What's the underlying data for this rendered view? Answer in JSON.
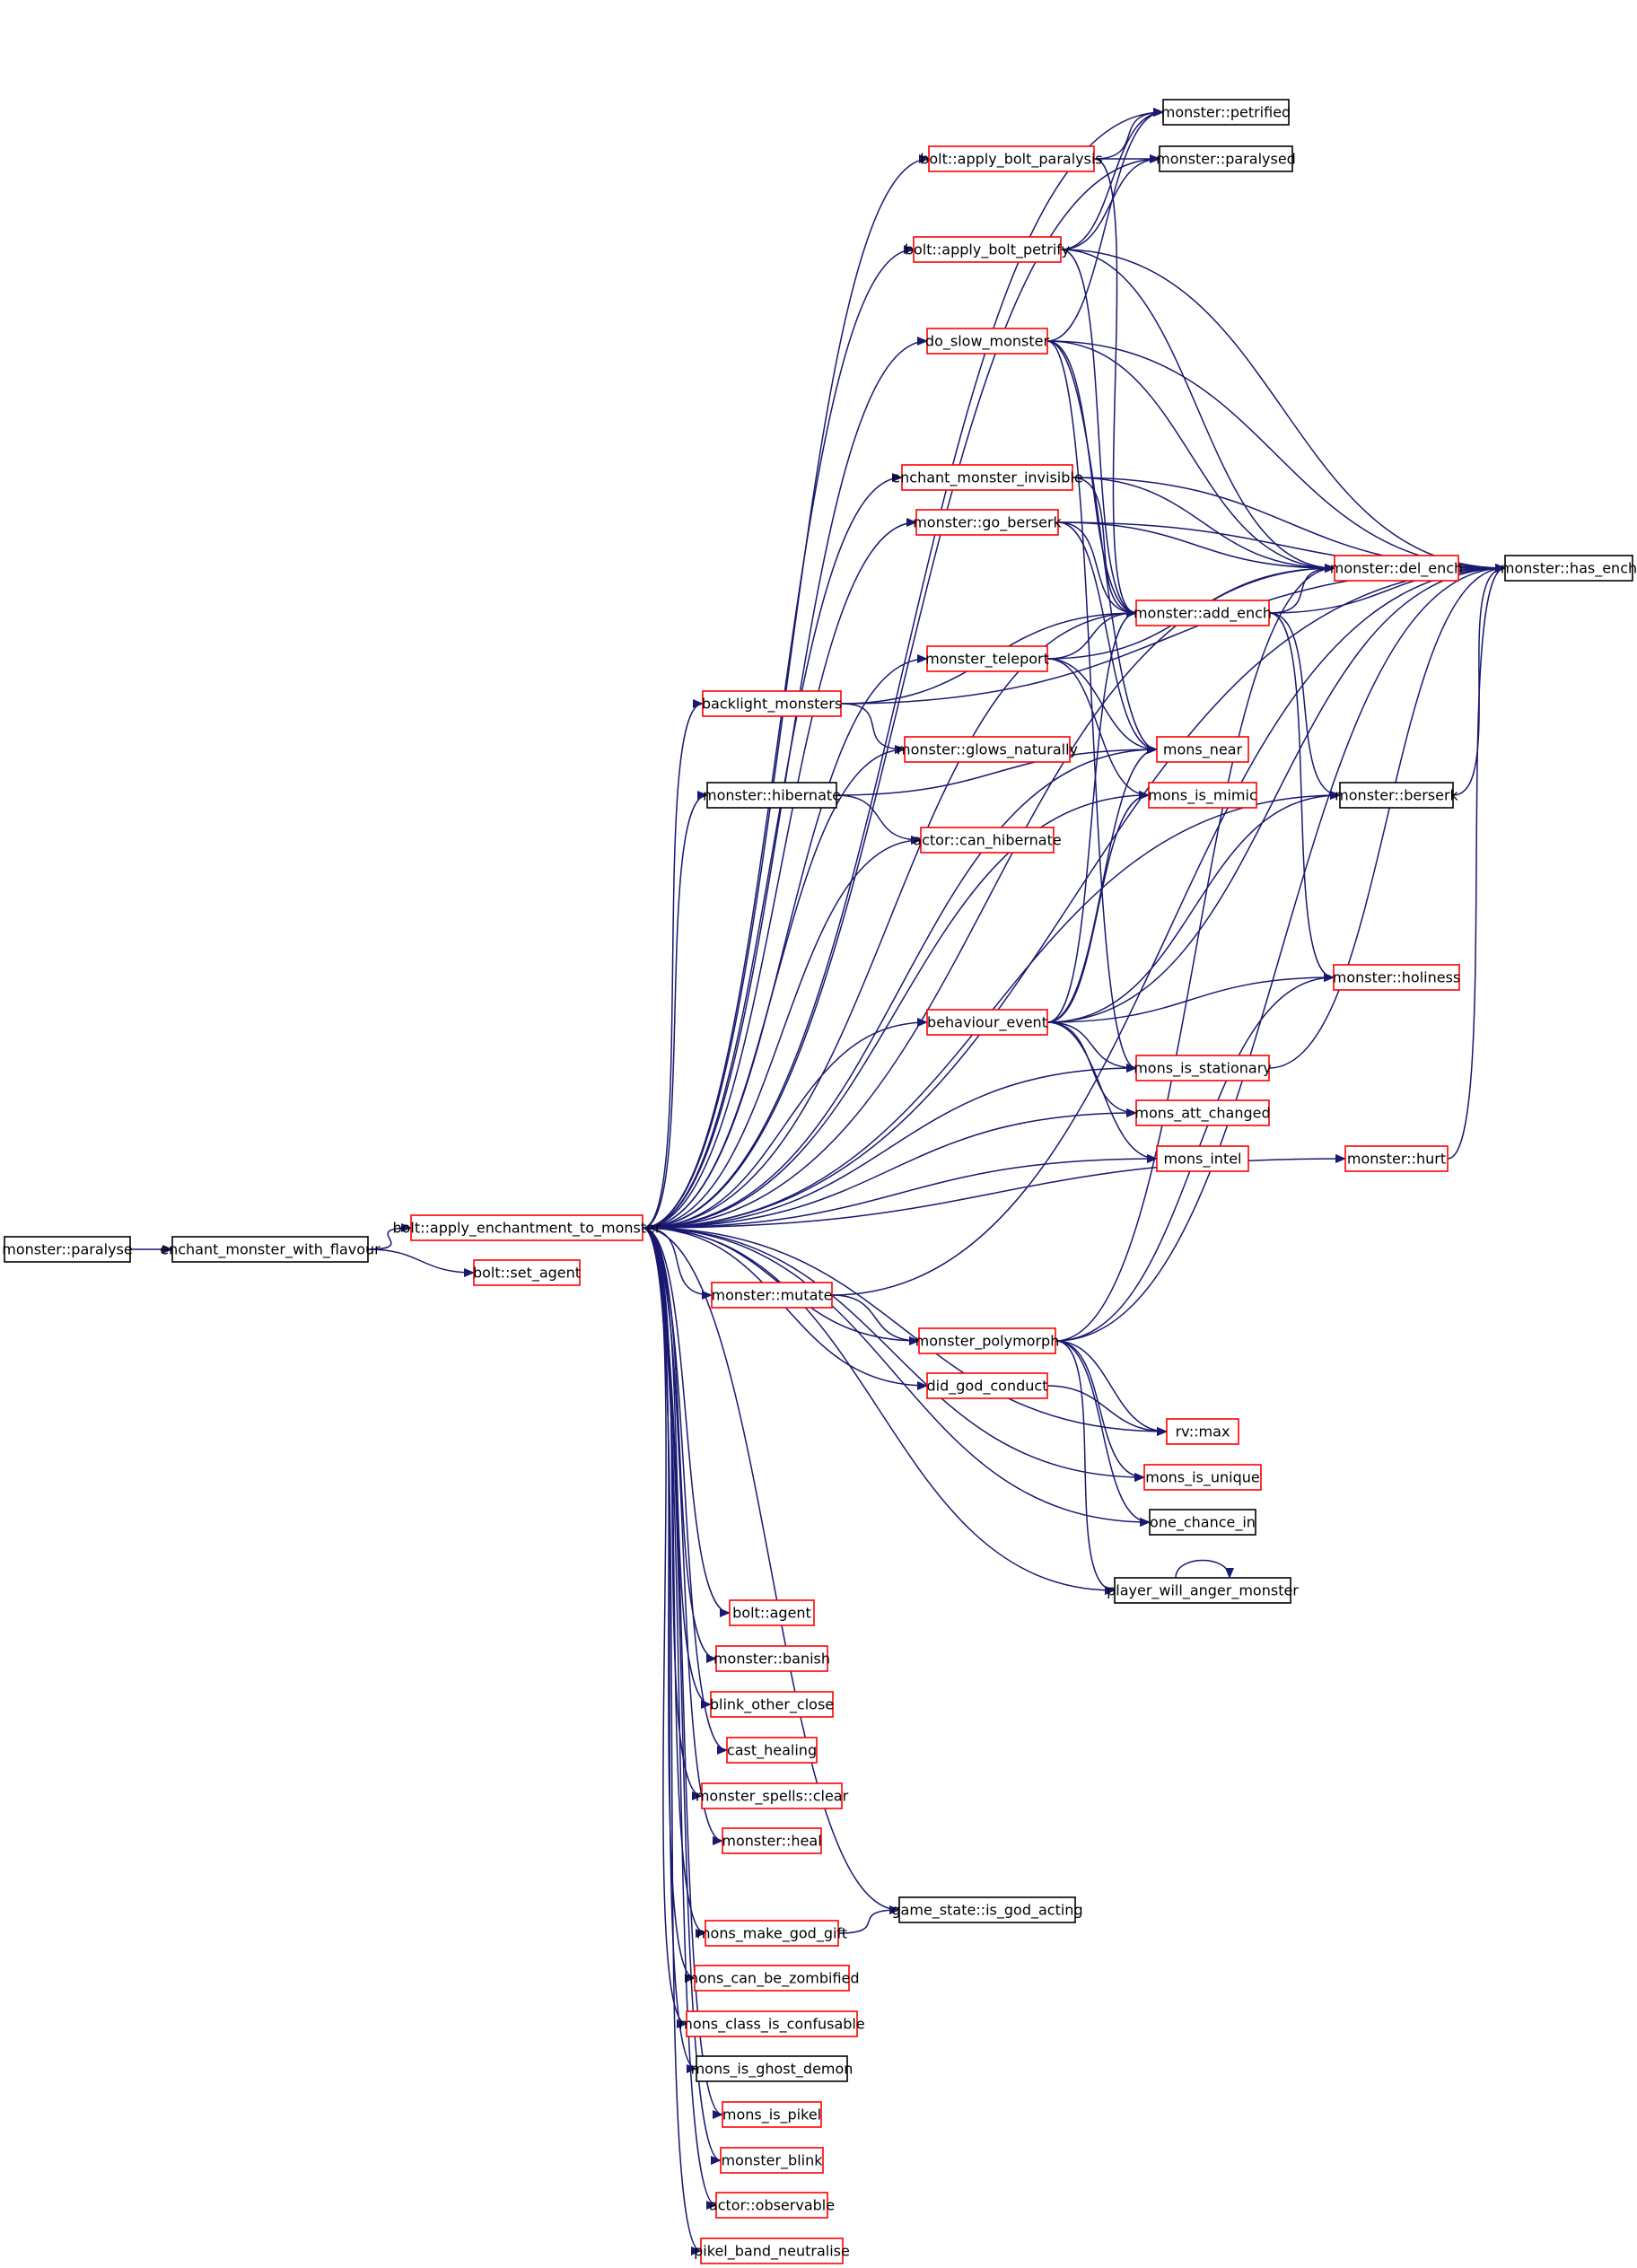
{
  "diagram": {
    "type": "call-graph",
    "colors": {
      "edge": "#191970",
      "root_fill": "#bfbfbf",
      "plain_border": "#000000",
      "truncated_border": "#ff0000",
      "background": "#ffffff"
    },
    "nodes": [
      {
        "id": "paralyse",
        "label": "monster::paralyse",
        "style": "root"
      },
      {
        "id": "emwf",
        "label": "enchant_monster_with_flavour",
        "style": "plain"
      },
      {
        "id": "baetm",
        "label": "bolt::apply_enchantment_to_monster",
        "style": "truncated"
      },
      {
        "id": "bsa",
        "label": "bolt::set_agent",
        "style": "truncated"
      },
      {
        "id": "petrified",
        "label": "monster::petrified",
        "style": "plain"
      },
      {
        "id": "babpara",
        "label": "bolt::apply_bolt_paralysis",
        "style": "truncated"
      },
      {
        "id": "paralysed",
        "label": "monster::paralysed",
        "style": "plain"
      },
      {
        "id": "babpet",
        "label": "bolt::apply_bolt_petrify",
        "style": "truncated"
      },
      {
        "id": "dsm",
        "label": "do_slow_monster",
        "style": "truncated"
      },
      {
        "id": "emi",
        "label": "enchant_monster_invisible",
        "style": "truncated"
      },
      {
        "id": "gob",
        "label": "monster::go_berserk",
        "style": "truncated"
      },
      {
        "id": "delench",
        "label": "monster::del_ench",
        "style": "truncated"
      },
      {
        "id": "hasench",
        "label": "monster::has_ench",
        "style": "plain"
      },
      {
        "id": "addench",
        "label": "monster::add_ench",
        "style": "truncated"
      },
      {
        "id": "mtel",
        "label": "monster_teleport",
        "style": "truncated"
      },
      {
        "id": "blm",
        "label": "backlight_monsters",
        "style": "truncated"
      },
      {
        "id": "glow",
        "label": "monster::glows_naturally",
        "style": "truncated"
      },
      {
        "id": "near",
        "label": "mons_near",
        "style": "truncated"
      },
      {
        "id": "hib",
        "label": "monster::hibernate",
        "style": "plain"
      },
      {
        "id": "mimic",
        "label": "mons_is_mimic",
        "style": "truncated"
      },
      {
        "id": "berserk",
        "label": "monster::berserk",
        "style": "plain"
      },
      {
        "id": "canhib",
        "label": "actor::can_hibernate",
        "style": "truncated"
      },
      {
        "id": "holi",
        "label": "monster::holiness",
        "style": "truncated"
      },
      {
        "id": "bev",
        "label": "behaviour_event",
        "style": "truncated"
      },
      {
        "id": "stat",
        "label": "mons_is_stationary",
        "style": "truncated"
      },
      {
        "id": "attch",
        "label": "mons_att_changed",
        "style": "truncated"
      },
      {
        "id": "intel",
        "label": "mons_intel",
        "style": "truncated"
      },
      {
        "id": "hurt",
        "label": "monster::hurt",
        "style": "truncated"
      },
      {
        "id": "mutate",
        "label": "monster::mutate",
        "style": "truncated"
      },
      {
        "id": "poly",
        "label": "monster_polymorph",
        "style": "truncated"
      },
      {
        "id": "dgc",
        "label": "did_god_conduct",
        "style": "truncated"
      },
      {
        "id": "rvmax",
        "label": "rv::max",
        "style": "truncated"
      },
      {
        "id": "uniq",
        "label": "mons_is_unique",
        "style": "truncated"
      },
      {
        "id": "oci",
        "label": "one_chance_in",
        "style": "plain"
      },
      {
        "id": "pwam",
        "label": "player_will_anger_monster",
        "style": "plain"
      },
      {
        "id": "bagent",
        "label": "bolt::agent",
        "style": "truncated"
      },
      {
        "id": "banish",
        "label": "monster::banish",
        "style": "truncated"
      },
      {
        "id": "boc",
        "label": "blink_other_close",
        "style": "truncated"
      },
      {
        "id": "heal",
        "label": "cast_healing",
        "style": "truncated"
      },
      {
        "id": "msc",
        "label": "monster_spells::clear",
        "style": "truncated"
      },
      {
        "id": "mheal",
        "label": "monster::heal",
        "style": "truncated"
      },
      {
        "id": "gsiga",
        "label": "game_state::is_god_acting",
        "style": "plain"
      },
      {
        "id": "mmgg",
        "label": "mons_make_god_gift",
        "style": "truncated"
      },
      {
        "id": "mcbz",
        "label": "mons_can_be_zombified",
        "style": "truncated"
      },
      {
        "id": "mcic",
        "label": "mons_class_is_confusable",
        "style": "truncated"
      },
      {
        "id": "migd",
        "label": "mons_is_ghost_demon",
        "style": "plain"
      },
      {
        "id": "mip",
        "label": "mons_is_pikel",
        "style": "truncated"
      },
      {
        "id": "mblink",
        "label": "monster_blink",
        "style": "truncated"
      },
      {
        "id": "obs",
        "label": "actor::observable",
        "style": "truncated"
      },
      {
        "id": "pbn",
        "label": "pikel_band_neutralise",
        "style": "truncated"
      }
    ],
    "edges": [
      [
        "paralyse",
        "emwf"
      ],
      [
        "emwf",
        "baetm"
      ],
      [
        "emwf",
        "bsa"
      ],
      [
        "baetm",
        "petrified"
      ],
      [
        "baetm",
        "babpara"
      ],
      [
        "baetm",
        "paralysed"
      ],
      [
        "baetm",
        "babpet"
      ],
      [
        "baetm",
        "dsm"
      ],
      [
        "baetm",
        "emi"
      ],
      [
        "baetm",
        "gob"
      ],
      [
        "baetm",
        "delench"
      ],
      [
        "baetm",
        "hasench"
      ],
      [
        "baetm",
        "addench"
      ],
      [
        "baetm",
        "mtel"
      ],
      [
        "baetm",
        "blm"
      ],
      [
        "baetm",
        "glow"
      ],
      [
        "baetm",
        "near"
      ],
      [
        "baetm",
        "hib"
      ],
      [
        "baetm",
        "mimic"
      ],
      [
        "baetm",
        "canhib"
      ],
      [
        "baetm",
        "berserk"
      ],
      [
        "baetm",
        "bev"
      ],
      [
        "baetm",
        "stat"
      ],
      [
        "baetm",
        "attch"
      ],
      [
        "baetm",
        "intel"
      ],
      [
        "baetm",
        "hurt"
      ],
      [
        "baetm",
        "mutate"
      ],
      [
        "baetm",
        "poly"
      ],
      [
        "baetm",
        "dgc"
      ],
      [
        "baetm",
        "rvmax"
      ],
      [
        "baetm",
        "uniq"
      ],
      [
        "baetm",
        "oci"
      ],
      [
        "baetm",
        "pwam"
      ],
      [
        "baetm",
        "bagent"
      ],
      [
        "baetm",
        "banish"
      ],
      [
        "baetm",
        "boc"
      ],
      [
        "baetm",
        "heal"
      ],
      [
        "baetm",
        "msc"
      ],
      [
        "baetm",
        "mheal"
      ],
      [
        "baetm",
        "gsiga"
      ],
      [
        "baetm",
        "mmgg"
      ],
      [
        "baetm",
        "mcbz"
      ],
      [
        "baetm",
        "mcic"
      ],
      [
        "baetm",
        "migd"
      ],
      [
        "baetm",
        "mip"
      ],
      [
        "baetm",
        "mblink"
      ],
      [
        "baetm",
        "obs"
      ],
      [
        "baetm",
        "pbn"
      ],
      [
        "babpara",
        "petrified"
      ],
      [
        "babpara",
        "paralysed"
      ],
      [
        "babpara",
        "addench"
      ],
      [
        "babpet",
        "petrified"
      ],
      [
        "babpet",
        "paralysed"
      ],
      [
        "babpet",
        "addench"
      ],
      [
        "babpet",
        "delench"
      ],
      [
        "babpet",
        "hasench"
      ],
      [
        "dsm",
        "petrified"
      ],
      [
        "dsm",
        "addench"
      ],
      [
        "dsm",
        "delench"
      ],
      [
        "dsm",
        "hasench"
      ],
      [
        "dsm",
        "near"
      ],
      [
        "dsm",
        "stat"
      ],
      [
        "emi",
        "addench"
      ],
      [
        "emi",
        "delench"
      ],
      [
        "emi",
        "hasench"
      ],
      [
        "gob",
        "addench"
      ],
      [
        "gob",
        "delench"
      ],
      [
        "gob",
        "hasench"
      ],
      [
        "gob",
        "near"
      ],
      [
        "addench",
        "delench"
      ],
      [
        "addench",
        "hasench"
      ],
      [
        "addench",
        "berserk"
      ],
      [
        "addench",
        "holi"
      ],
      [
        "mtel",
        "addench"
      ],
      [
        "mtel",
        "delench"
      ],
      [
        "mtel",
        "near"
      ],
      [
        "mtel",
        "mimic"
      ],
      [
        "blm",
        "addench"
      ],
      [
        "blm",
        "glow"
      ],
      [
        "blm",
        "hasench"
      ],
      [
        "hib",
        "near"
      ],
      [
        "hib",
        "canhib"
      ],
      [
        "bev",
        "near"
      ],
      [
        "bev",
        "mimic"
      ],
      [
        "bev",
        "berserk"
      ],
      [
        "bev",
        "holi"
      ],
      [
        "bev",
        "hasench"
      ],
      [
        "bev",
        "stat"
      ],
      [
        "bev",
        "attch"
      ],
      [
        "bev",
        "intel"
      ],
      [
        "bev",
        "addench"
      ],
      [
        "stat",
        "hasench"
      ],
      [
        "hurt",
        "hasench"
      ],
      [
        "berserk",
        "hasench"
      ],
      [
        "mutate",
        "hasench"
      ],
      [
        "mutate",
        "poly"
      ],
      [
        "poly",
        "delench"
      ],
      [
        "poly",
        "holi"
      ],
      [
        "poly",
        "hasench"
      ],
      [
        "poly",
        "rvmax"
      ],
      [
        "poly",
        "uniq"
      ],
      [
        "poly",
        "oci"
      ],
      [
        "poly",
        "pwam"
      ],
      [
        "dgc",
        "rvmax"
      ],
      [
        "pwam",
        "pwam"
      ],
      [
        "mmgg",
        "gsiga"
      ]
    ]
  }
}
